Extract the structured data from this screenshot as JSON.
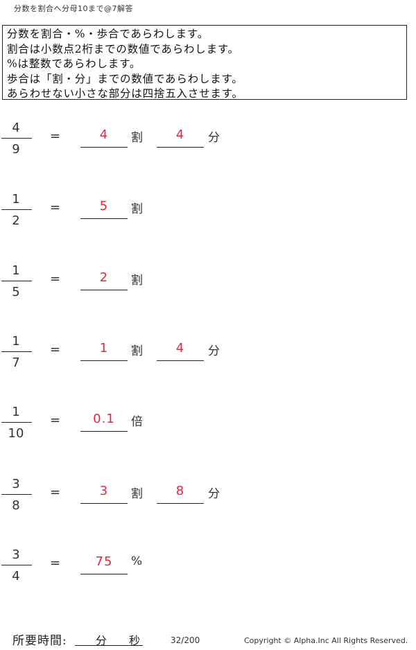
{
  "title": "分数を割合へ分母10まで@7解答",
  "instructions": [
    "分数を割合・%・歩合であらわします。",
    "割合は小数点2桁までの数値であらわします。",
    "%は整数であらわします。",
    "歩合は「割・分」までの数値であらわします。",
    "あらわせない小さな部分は四捨五入させます。"
  ],
  "equals": "=",
  "problems": [
    {
      "num": "4",
      "den": "9",
      "a1": "4",
      "u1": "割",
      "a2": "4",
      "u2": "分"
    },
    {
      "num": "1",
      "den": "2",
      "a1": "5",
      "u1": "割"
    },
    {
      "num": "1",
      "den": "5",
      "a1": "2",
      "u1": "割"
    },
    {
      "num": "1",
      "den": "7",
      "a1": "1",
      "u1": "割",
      "a2": "4",
      "u2": "分"
    },
    {
      "num": "1",
      "den": "10",
      "a1": "0.1",
      "u1": "倍"
    },
    {
      "num": "3",
      "den": "8",
      "a1": "3",
      "u1": "割",
      "a2": "8",
      "u2": "分"
    },
    {
      "num": "3",
      "den": "4",
      "a1": "75",
      "u1": "%"
    }
  ],
  "footer": {
    "time_label": "所要時間:",
    "minutes": "分",
    "seconds": "秒",
    "page": "32/200",
    "copyright": "Copyright © Alpha.Inc All Rights Reserved."
  },
  "colors": {
    "answer": "#e0283c"
  }
}
